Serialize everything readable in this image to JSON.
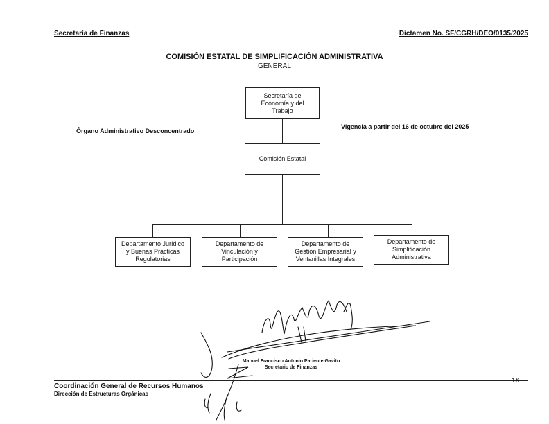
{
  "header": {
    "left": "Secretaría de Finanzas",
    "right": "Dictamen No. SF/CGRH/DEO/0135/2025"
  },
  "title": "COMISIÓN ESTATAL DE SIMPLIFICACIÓN ADMINISTRATIVA",
  "subtitle": "GENERAL",
  "org": {
    "top": [
      "Secretaría de",
      "Economía y del",
      "Trabajo"
    ],
    "middle": [
      "Comisión Estatal"
    ],
    "departments": [
      [
        "Departamento Jurídico",
        "y Buenas Prácticas",
        "Regulatorias"
      ],
      [
        "Departamento de",
        "Vinculación y",
        "Participación"
      ],
      [
        "Departamento de",
        "Gestión Empresarial y",
        "Ventanillas Integrales"
      ],
      [
        "Departamento de",
        "Simplificación",
        "Administrativa"
      ]
    ]
  },
  "band": {
    "left": "Órgano Administrativo Desconcentrado",
    "right": "Vigencia a partir del 16 de octubre del 2025"
  },
  "signature": {
    "name": "Manuel Francisco Antonio Pariente Gavito",
    "role": "Secretario de Finanzas"
  },
  "footer": {
    "line1": "Coordinación General de Recursos Humanos",
    "line2": "Dirección de Estructuras Orgánicas",
    "page": "18"
  }
}
